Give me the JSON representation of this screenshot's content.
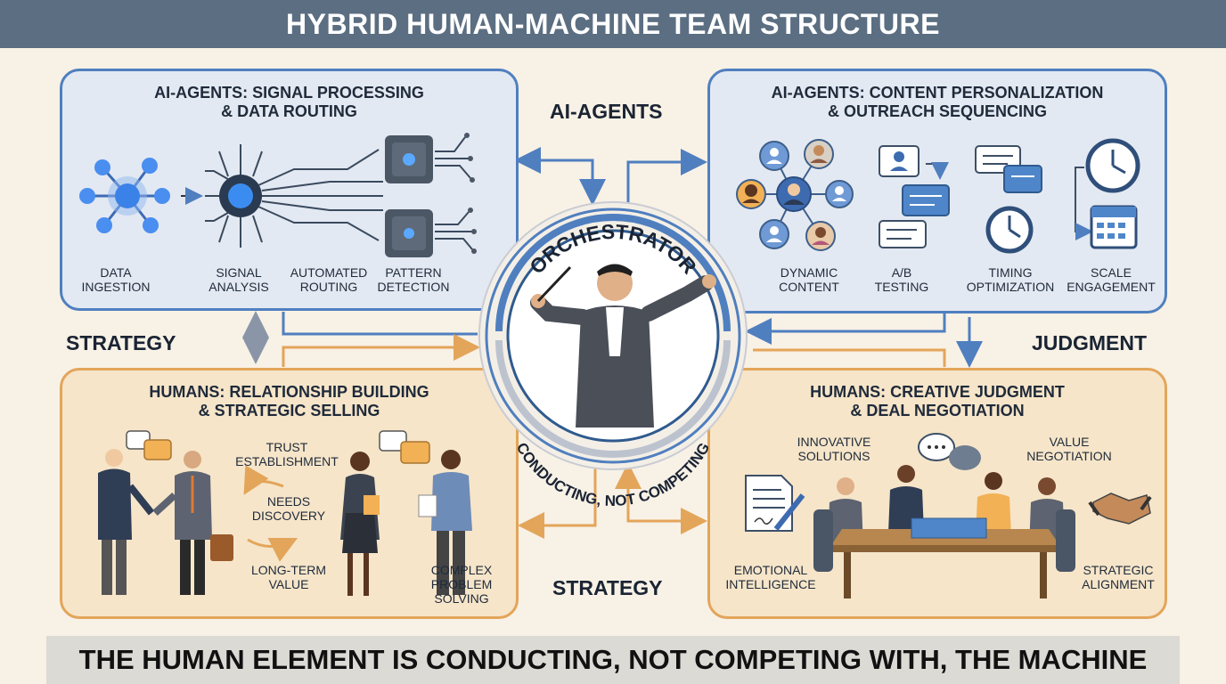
{
  "title": "HYBRID HUMAN-MACHINE TEAM STRUCTURE",
  "footer": "THE HUMAN ELEMENT IS CONDUCTING, NOT COMPETING WITH, THE MACHINE",
  "center": {
    "top": "ORCHESTRATOR",
    "bottom": "CONDUCTING, NOT COMPETING"
  },
  "side_labels": {
    "top": "AI-AGENTS",
    "left": "STRATEGY",
    "right": "JUDGMENT",
    "bottom": "STRATEGY"
  },
  "panels": {
    "top_left": {
      "title_1": "AI-AGENTS: SIGNAL PROCESSING",
      "title_2": "& DATA ROUTING",
      "items": [
        {
          "l1": "DATA",
          "l2": "INGESTION"
        },
        {
          "l1": "SIGNAL",
          "l2": "ANALYSIS"
        },
        {
          "l1": "AUTOMATED",
          "l2": "ROUTING"
        },
        {
          "l1": "PATTERN",
          "l2": "DETECTION"
        }
      ]
    },
    "top_right": {
      "title_1": "AI-AGENTS: CONTENT PERSONALIZATION",
      "title_2": "& OUTREACH SEQUENCING",
      "items": [
        {
          "l1": "DYNAMIC",
          "l2": "CONTENT"
        },
        {
          "l1": "A/B",
          "l2": "TESTING"
        },
        {
          "l1": "TIMING",
          "l2": "OPTIMIZATION"
        },
        {
          "l1": "SCALE",
          "l2": "ENGAGEMENT"
        }
      ]
    },
    "bottom_left": {
      "title_1": "HUMANS: RELATIONSHIP BUILDING",
      "title_2": "& STRATEGIC SELLING",
      "items": [
        {
          "l1": "TRUST",
          "l2": "ESTABLISHMENT"
        },
        {
          "l1": "NEEDS",
          "l2": "DISCOVERY"
        },
        {
          "l1": "LONG-TERM",
          "l2": "VALUE"
        },
        {
          "l1": "COMPLEX",
          "l2": "PROBLEM",
          "l3": "SOLVING"
        }
      ]
    },
    "bottom_right": {
      "title_1": "HUMANS: CREATIVE JUDGMENT",
      "title_2": "& DEAL NEGOTIATION",
      "items": [
        {
          "l1": "INNOVATIVE",
          "l2": "SOLUTIONS"
        },
        {
          "l1": "VALUE",
          "l2": "NEGOTIATION"
        },
        {
          "l1": "EMOTIONAL",
          "l2": "INTELLIGENCE"
        },
        {
          "l1": "STRATEGIC",
          "l2": "ALIGNMENT"
        }
      ]
    }
  },
  "colors": {
    "ai_border": "#4f7fbf",
    "human_border": "#e3a55a",
    "banner": "#5b6e82"
  }
}
